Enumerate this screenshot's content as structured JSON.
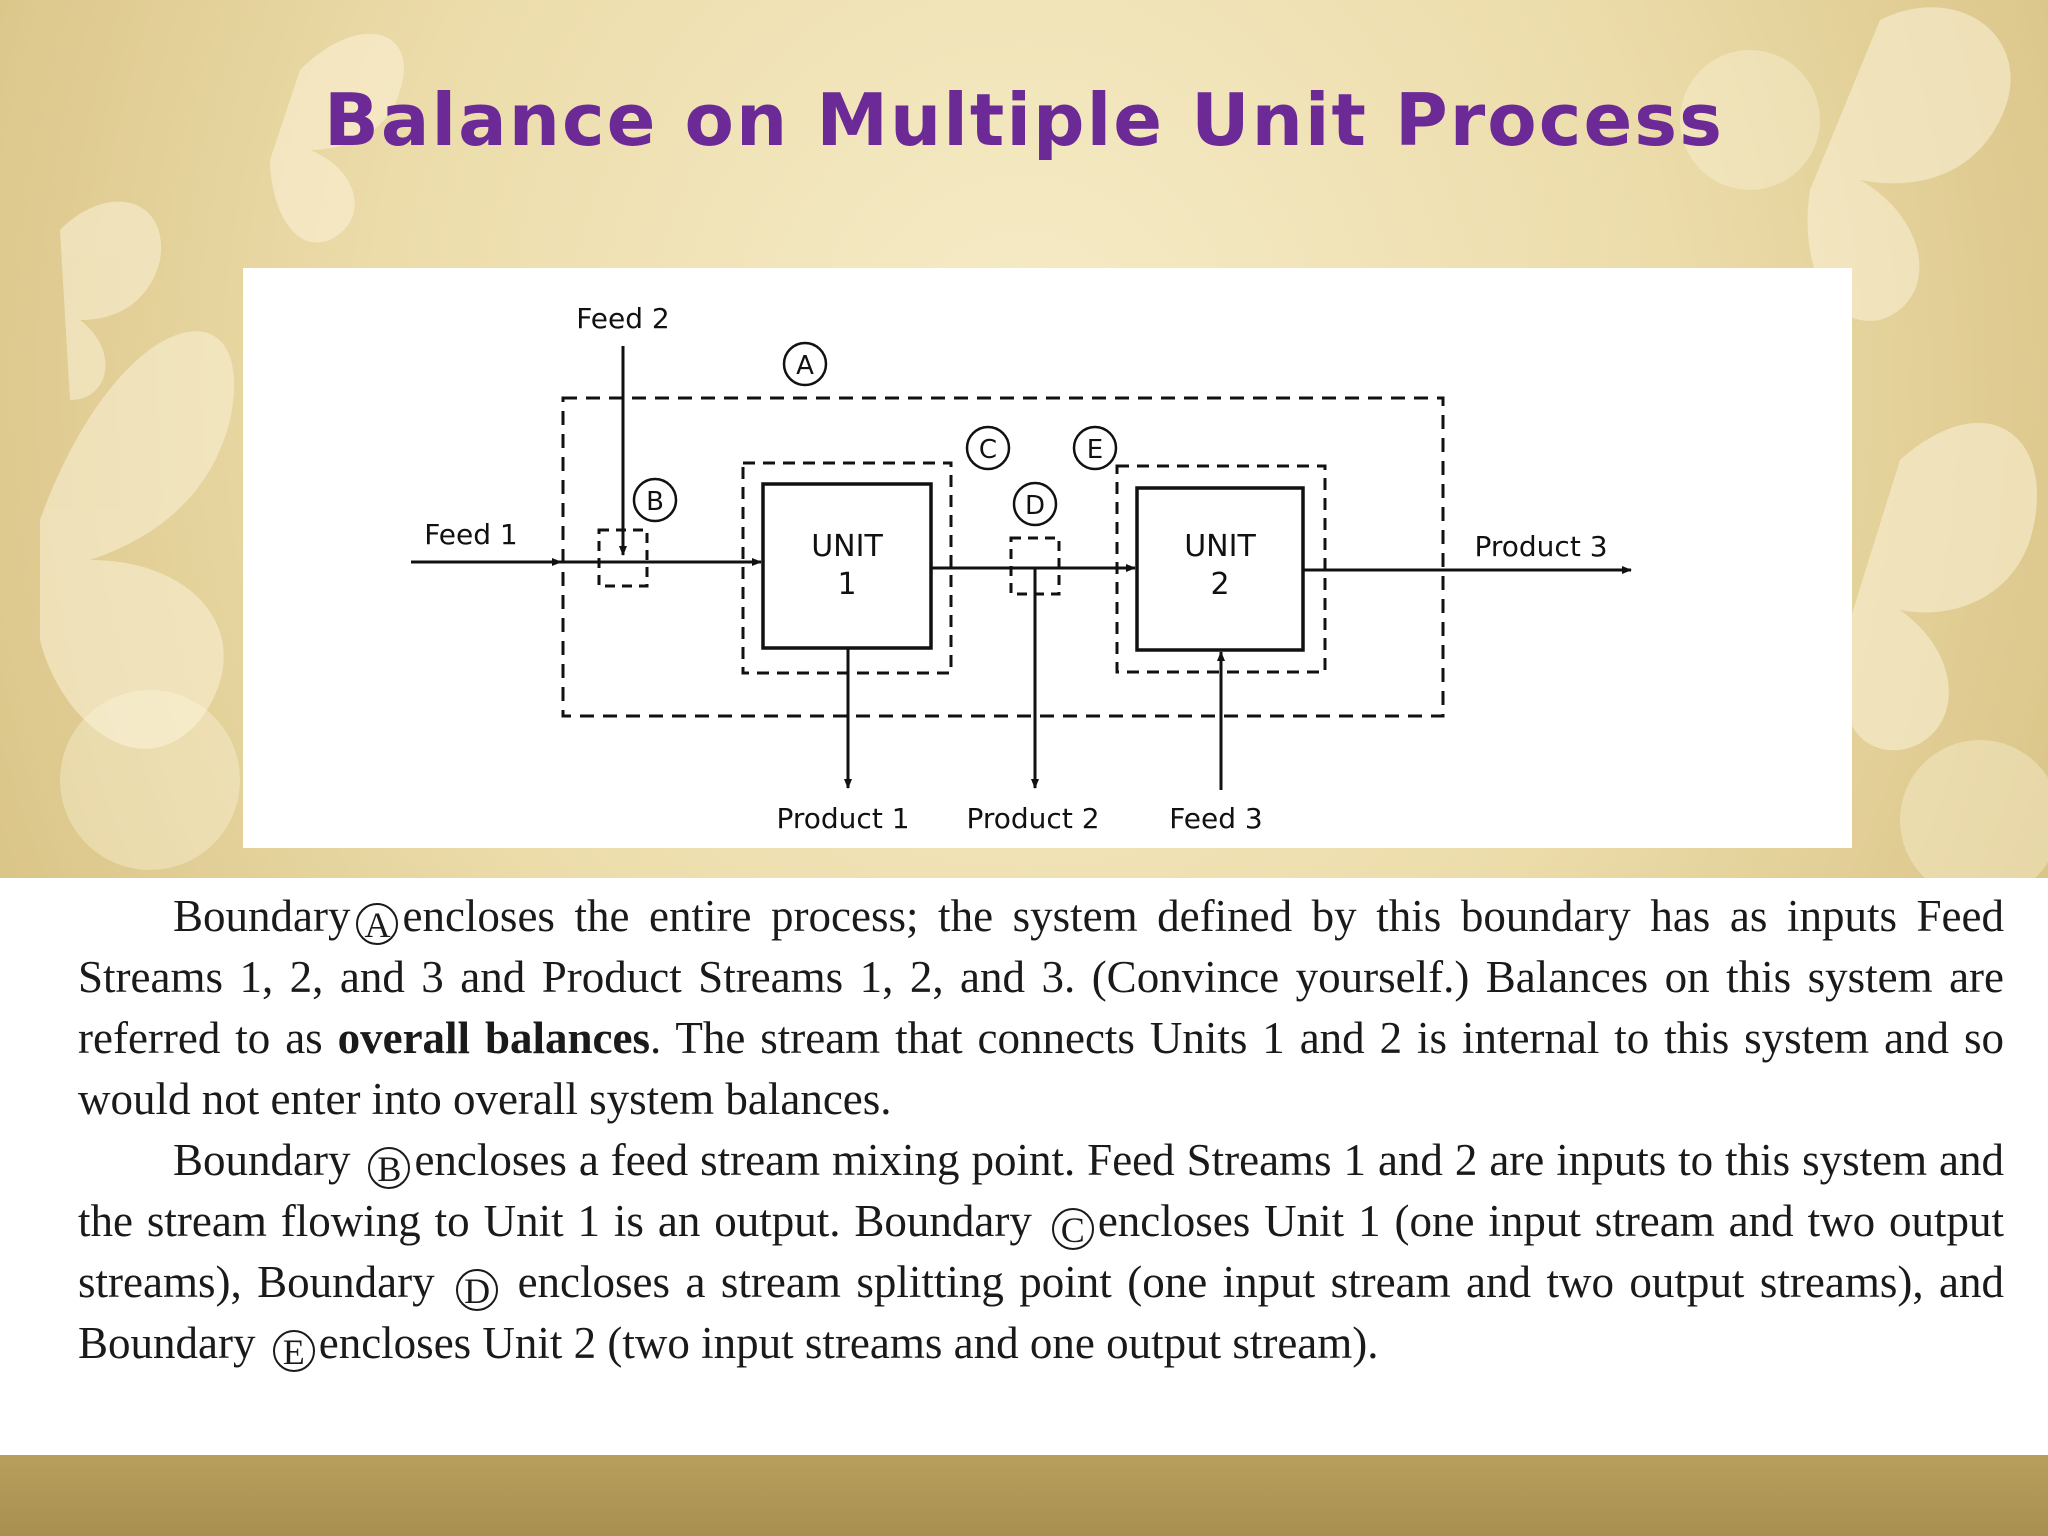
{
  "slide": {
    "title": "Balance on Multiple Unit Process"
  },
  "diagram": {
    "feed_1": "Feed 1",
    "feed_2": "Feed 2",
    "feed_3": "Feed 3",
    "unit_1_name": "UNIT",
    "unit_1_num": "1",
    "unit_2_name": "UNIT",
    "unit_2_num": "2",
    "product_1": "Product 1",
    "product_2": "Product 2",
    "product_3": "Product 3",
    "boundary_a": "A",
    "boundary_b": "B",
    "boundary_c": "C",
    "boundary_d": "D",
    "boundary_e": "E"
  },
  "text": {
    "p1_boundary": "Boundary",
    "p1_circle": "A",
    "p1_a": "encloses the entire process; the system defined by this boundary has as inputs Feed Streams 1, 2, and 3 and Product Streams 1, 2, and 3. (Convince yourself.) Balances on this system are referred to as ",
    "p1_bold": "overall balances",
    "p1_b": ". The stream that connects Units 1 and 2 is internal to this system and so would not enter into overall system balances.",
    "p2_boundary": "Boundary",
    "p2_circle_b": "B",
    "p2_a": "encloses a feed stream mixing point. Feed Streams 1 and 2 are inputs to this system and the stream flowing to Unit 1 is an output. Boundary",
    "p2_circle_c": "C",
    "p2_b": "encloses Unit 1 (one input stream and two output streams), Boundary",
    "p2_circle_d": "D",
    "p2_c": "encloses a stream splitting point (one input stream and two output streams), and Boundary",
    "p2_circle_e": "E",
    "p2_d": "encloses Unit 2 (two input streams and one output stream)."
  }
}
